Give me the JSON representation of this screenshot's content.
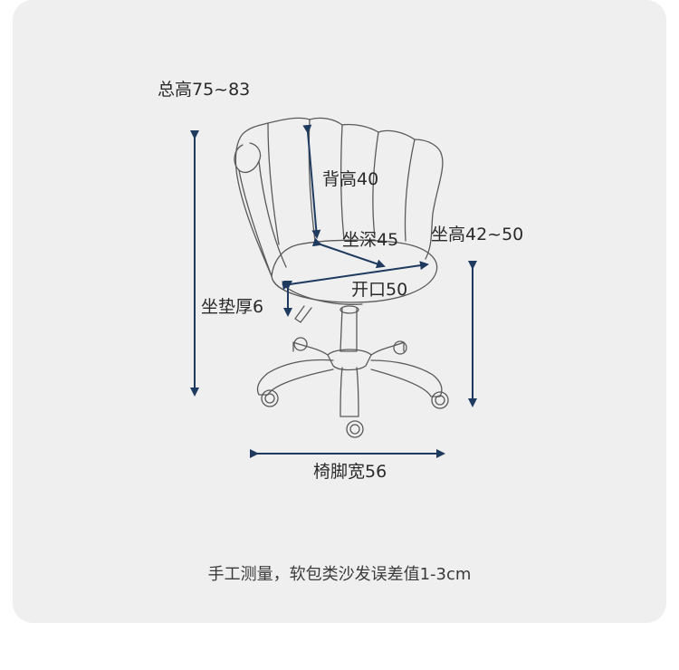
{
  "labels": {
    "total_height": "总高75~83",
    "back_height": "背高40",
    "seat_depth": "坐深45",
    "seat_height": "坐高42~50",
    "opening": "开口50",
    "cushion_thickness": "坐垫厚6",
    "base_width": "椅脚宽56"
  },
  "footnote": "手工测量，软包类沙发误差值1-3cm",
  "colors": {
    "arrow": "#1f3a5f",
    "outline": "#5a5a5a",
    "card": "#efefef"
  },
  "icons": {
    "chair": "office-chair-illustration"
  }
}
